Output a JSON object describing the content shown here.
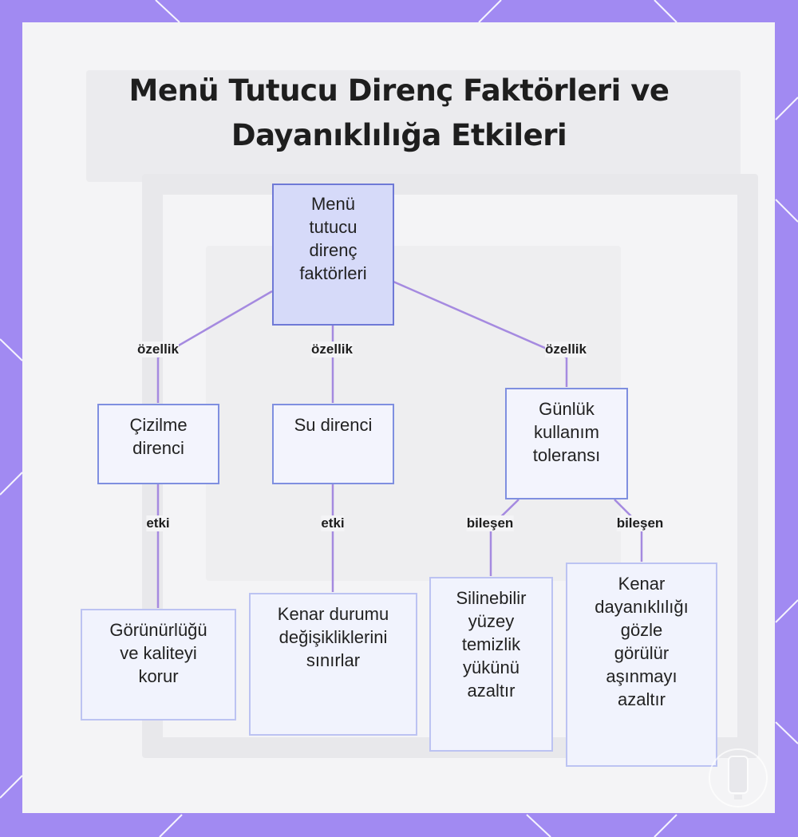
{
  "diagram": {
    "title_line1": "Menü Tutucu Direnç Faktörleri ve",
    "title_line2": "Dayanıklılığa Etkileri",
    "nodes": {
      "root": [
        "Menü",
        "tutucu",
        "direnç",
        "faktörleri"
      ],
      "scratch": [
        "Çizilme",
        "direnci"
      ],
      "water": [
        "Su direnci"
      ],
      "daily": [
        "Günlük",
        "kullanım",
        "toleransı"
      ],
      "visibility": [
        "Görünürlüğü",
        "ve kaliteyi",
        "korur"
      ],
      "edge_change": [
        "Kenar durumu",
        "değişikliklerini",
        "sınırlar"
      ],
      "cleaning": [
        "Silinebilir",
        "yüzey",
        "temizlik",
        "yükünü",
        "azaltır"
      ],
      "edge_wear": [
        "Kenar",
        "dayanıklılığı",
        "gözle",
        "görülür",
        "aşınmayı",
        "azaltır"
      ]
    },
    "edge_labels": {
      "root_scratch": "özellik",
      "root_water": "özellik",
      "root_daily": "özellik",
      "scratch_visibility": "etki",
      "water_edge_change": "etki",
      "daily_cleaning": "bileşen",
      "daily_edge_wear": "bileşen"
    },
    "colors": {
      "frame": "#a18af2",
      "edge": "#a58ae0",
      "root_fill": "#d6daf9",
      "node_fill": "#f3f4fd",
      "node_border": "#7f8fe0"
    }
  }
}
